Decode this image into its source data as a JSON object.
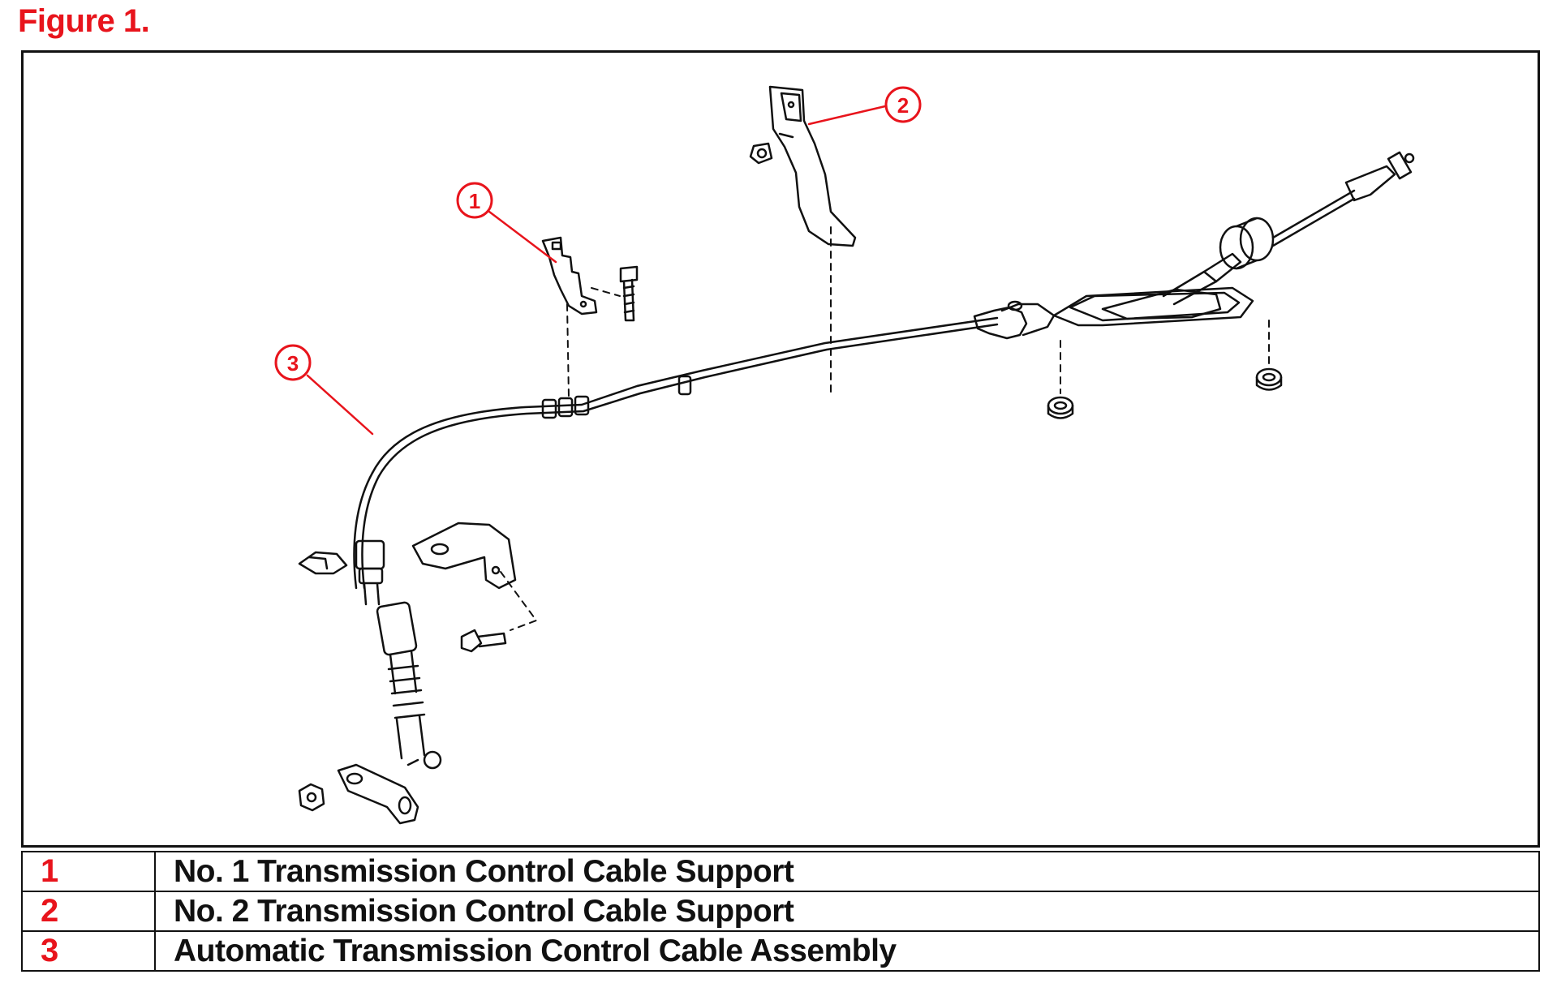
{
  "figure": {
    "title": "Figure 1."
  },
  "callouts": [
    "1",
    "2",
    "3"
  ],
  "legend": [
    {
      "num": "1",
      "label": "No. 1 Transmission Control Cable Support"
    },
    {
      "num": "2",
      "label": "No. 2 Transmission Control Cable Support"
    },
    {
      "num": "3",
      "label": "Automatic Transmission Control Cable Assembly"
    }
  ],
  "colors": {
    "accent": "#e8141c",
    "line": "#111111"
  }
}
